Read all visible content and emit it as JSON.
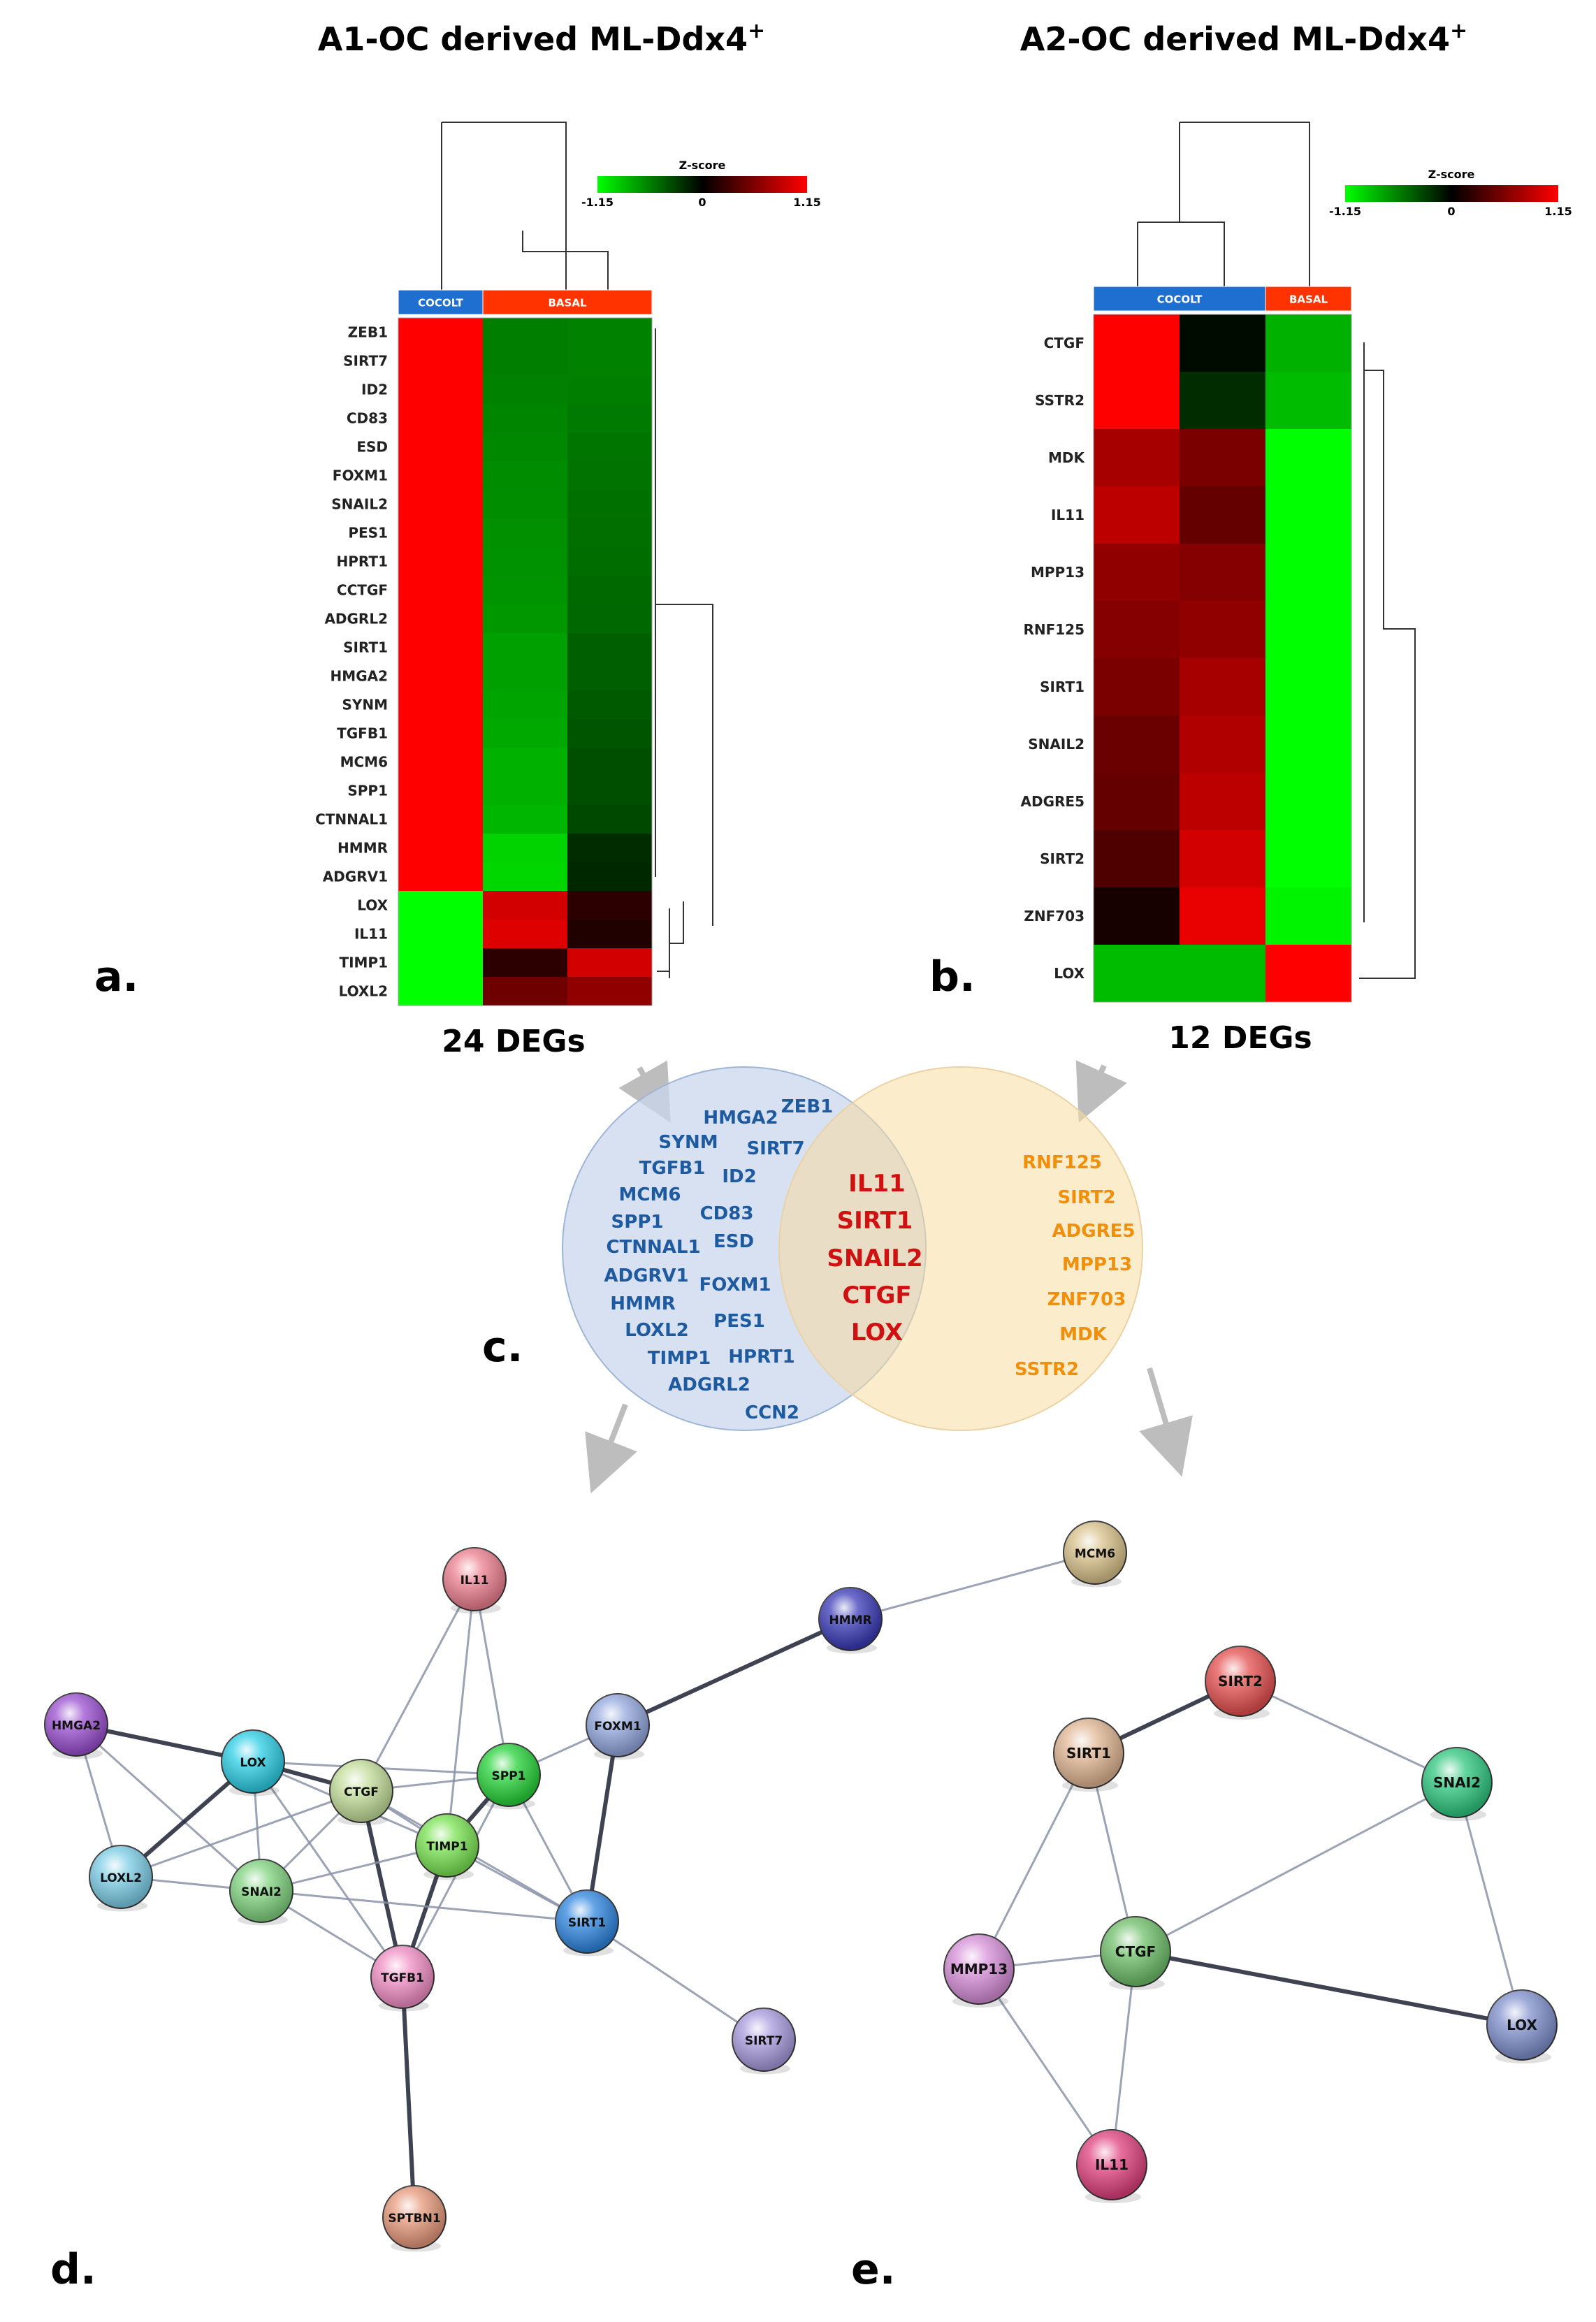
{
  "panels": {
    "a": {
      "letter": "a.",
      "title": "A1-OC derived ML-Ddx4",
      "title_sup": "+",
      "groups": [
        {
          "label": "COCOLT",
          "color": "#1f6fd1",
          "columns": 1
        },
        {
          "label": "BASAL",
          "color": "#ff3300",
          "columns": 2
        }
      ],
      "scale": {
        "title": "Z-score",
        "min": "-1.15",
        "mid": "0",
        "max": "1.15"
      },
      "genes": [
        "ZEB1",
        "SIRT7",
        "ID2",
        "CD83",
        "ESD",
        "FOXM1",
        "SNAIL2",
        "PES1",
        "HPRT1",
        "CCTGF",
        "ADGRL2",
        "SIRT1",
        "HMGA2",
        "SYNM",
        "TGFB1",
        "MCM6",
        "SPP1",
        "CTNNAL1",
        "HMMR",
        "ADGRV1",
        "LOX",
        "IL11",
        "TIMP1",
        "LOXL2"
      ],
      "values": [
        [
          1.15,
          -0.57,
          -0.58
        ],
        [
          1.15,
          -0.57,
          -0.58
        ],
        [
          1.15,
          -0.58,
          -0.57
        ],
        [
          1.15,
          -0.6,
          -0.55
        ],
        [
          1.15,
          -0.62,
          -0.53
        ],
        [
          1.15,
          -0.63,
          -0.52
        ],
        [
          1.15,
          -0.64,
          -0.51
        ],
        [
          1.15,
          -0.65,
          -0.5
        ],
        [
          1.15,
          -0.66,
          -0.49
        ],
        [
          1.15,
          -0.67,
          -0.48
        ],
        [
          1.15,
          -0.68,
          -0.47
        ],
        [
          1.15,
          -0.72,
          -0.43
        ],
        [
          1.15,
          -0.72,
          -0.43
        ],
        [
          1.15,
          -0.74,
          -0.41
        ],
        [
          1.15,
          -0.76,
          -0.39
        ],
        [
          1.15,
          -0.8,
          -0.35
        ],
        [
          1.15,
          -0.8,
          -0.35
        ],
        [
          1.15,
          -0.82,
          -0.33
        ],
        [
          1.15,
          -0.95,
          -0.2
        ],
        [
          1.15,
          -0.97,
          -0.18
        ],
        [
          -1.15,
          0.95,
          0.2
        ],
        [
          -1.15,
          1.0,
          0.15
        ],
        [
          -1.15,
          0.2,
          0.95
        ],
        [
          -1.15,
          0.5,
          0.65
        ]
      ],
      "footer": "24 DEGs"
    },
    "b": {
      "letter": "b.",
      "title": "A2-OC derived ML-Ddx4",
      "title_sup": "+",
      "groups": [
        {
          "label": "COCOLT",
          "color": "#1f6fd1",
          "columns": 2
        },
        {
          "label": "BASAL",
          "color": "#ff3300",
          "columns": 1
        }
      ],
      "scale": {
        "title": "Z-score",
        "min": "-1.15",
        "mid": "0",
        "max": "1.15"
      },
      "genes": [
        "CTGF",
        "SSTR2",
        "MDK",
        "IL11",
        "MPP13",
        "RNF125",
        "SIRT1",
        "SNAIL2",
        "ADGRE5",
        "SIRT2",
        "ZNF703",
        "LOX"
      ],
      "values": [
        [
          1.15,
          -0.05,
          -0.8
        ],
        [
          1.15,
          -0.2,
          -0.85
        ],
        [
          0.75,
          0.55,
          -1.15
        ],
        [
          0.85,
          0.45,
          -1.15
        ],
        [
          0.65,
          0.6,
          -1.15
        ],
        [
          0.6,
          0.65,
          -1.15
        ],
        [
          0.55,
          0.75,
          -1.15
        ],
        [
          0.48,
          0.8,
          -1.15
        ],
        [
          0.45,
          0.85,
          -1.15
        ],
        [
          0.35,
          0.95,
          -1.15
        ],
        [
          0.1,
          1.05,
          -1.1
        ],
        [
          -0.85,
          -0.85,
          1.15
        ]
      ],
      "footer": "12 DEGs"
    },
    "c": {
      "letter": "c.",
      "left_genes": [
        "HMGA2",
        "ZEB1",
        "SYNM",
        "SIRT7",
        "TGFB1",
        "ID2",
        "MCM6",
        "SPP1",
        "CD83",
        "CTNNAL1",
        "ESD",
        "ADGRV1",
        "FOXM1",
        "HMMR",
        "PES1",
        "LOXL2",
        "HPRT1",
        "TIMP1",
        "ADGRL2",
        "CCN2"
      ],
      "shared_genes": [
        "IL11",
        "SIRT1",
        "SNAIL2",
        "CTGF",
        "LOX"
      ],
      "right_genes": [
        "RNF125",
        "SIRT2",
        "ADGRE5",
        "MPP13",
        "ZNF703",
        "MDK",
        "SSTR2"
      ]
    },
    "d": {
      "letter": "d.",
      "nodes": [
        {
          "id": "IL11",
          "color": "#ec7f8e"
        },
        {
          "id": "HMMR",
          "color": "#3a3ab8"
        },
        {
          "id": "MCM6",
          "color": "#d8c08a"
        },
        {
          "id": "HMGA2",
          "color": "#9a4fd0"
        },
        {
          "id": "LOX",
          "color": "#2ccfe6"
        },
        {
          "id": "CTGF",
          "color": "#c3dd9a"
        },
        {
          "id": "SPP1",
          "color": "#27d33a"
        },
        {
          "id": "FOXM1",
          "color": "#92a7dd"
        },
        {
          "id": "TIMP1",
          "color": "#7ae353"
        },
        {
          "id": "LOXL2",
          "color": "#7dcde6"
        },
        {
          "id": "SNAI2",
          "color": "#7fd37e"
        },
        {
          "id": "SIRT1",
          "color": "#2f86e0"
        },
        {
          "id": "TGFB1",
          "color": "#f08ec4"
        },
        {
          "id": "SIRT7",
          "color": "#a99add"
        },
        {
          "id": "SPTBN1",
          "color": "#e6987a"
        }
      ],
      "edges": [
        [
          "IL11",
          "CTGF"
        ],
        [
          "IL11",
          "SPP1"
        ],
        [
          "IL11",
          "TIMP1"
        ],
        [
          "HMGA2",
          "LOX"
        ],
        [
          "HMGA2",
          "SNAI2"
        ],
        [
          "HMGA2",
          "LOXL2"
        ],
        [
          "LOX",
          "CTGF"
        ],
        [
          "LOX",
          "LOXL2"
        ],
        [
          "LOX",
          "SNAI2"
        ],
        [
          "LOX",
          "TGFB1"
        ],
        [
          "LOX",
          "SPP1"
        ],
        [
          "LOX",
          "TIMP1"
        ],
        [
          "CTGF",
          "SPP1"
        ],
        [
          "CTGF",
          "TIMP1"
        ],
        [
          "CTGF",
          "SNAI2"
        ],
        [
          "CTGF",
          "TGFB1"
        ],
        [
          "CTGF",
          "LOXL2"
        ],
        [
          "CTGF",
          "SIRT1"
        ],
        [
          "SPP1",
          "TIMP1"
        ],
        [
          "SPP1",
          "SIRT1"
        ],
        [
          "SPP1",
          "FOXM1"
        ],
        [
          "SPP1",
          "TGFB1"
        ],
        [
          "TIMP1",
          "TGFB1"
        ],
        [
          "TIMP1",
          "SNAI2"
        ],
        [
          "TIMP1",
          "SIRT1"
        ],
        [
          "LOXL2",
          "SNAI2"
        ],
        [
          "SNAI2",
          "TGFB1"
        ],
        [
          "FOXM1",
          "SIRT1"
        ],
        [
          "FOXM1",
          "HMMR"
        ],
        [
          "HMMR",
          "MCM6"
        ],
        [
          "SIRT1",
          "SIRT7"
        ],
        [
          "TGFB1",
          "SPTBN1"
        ],
        [
          "SNAI2",
          "SIRT1"
        ]
      ]
    },
    "e": {
      "letter": "e.",
      "nodes": [
        {
          "id": "SIRT2",
          "color": "#e65050"
        },
        {
          "id": "SIRT1",
          "color": "#e0b592"
        },
        {
          "id": "SNAI2",
          "color": "#2fc77e"
        },
        {
          "id": "CTGF",
          "color": "#6fbf6a"
        },
        {
          "id": "MMP13",
          "color": "#d68fd8"
        },
        {
          "id": "LOX",
          "color": "#7f8fcc"
        },
        {
          "id": "IL11",
          "color": "#e0407d"
        }
      ],
      "edges": [
        [
          "SIRT2",
          "SIRT1"
        ],
        [
          "SIRT2",
          "SNAI2"
        ],
        [
          "SIRT1",
          "CTGF"
        ],
        [
          "SIRT1",
          "MMP13"
        ],
        [
          "SNAI2",
          "CTGF"
        ],
        [
          "SNAI2",
          "LOX"
        ],
        [
          "CTGF",
          "MMP13"
        ],
        [
          "CTGF",
          "LOX"
        ],
        [
          "CTGF",
          "IL11"
        ],
        [
          "MMP13",
          "IL11"
        ]
      ]
    }
  }
}
